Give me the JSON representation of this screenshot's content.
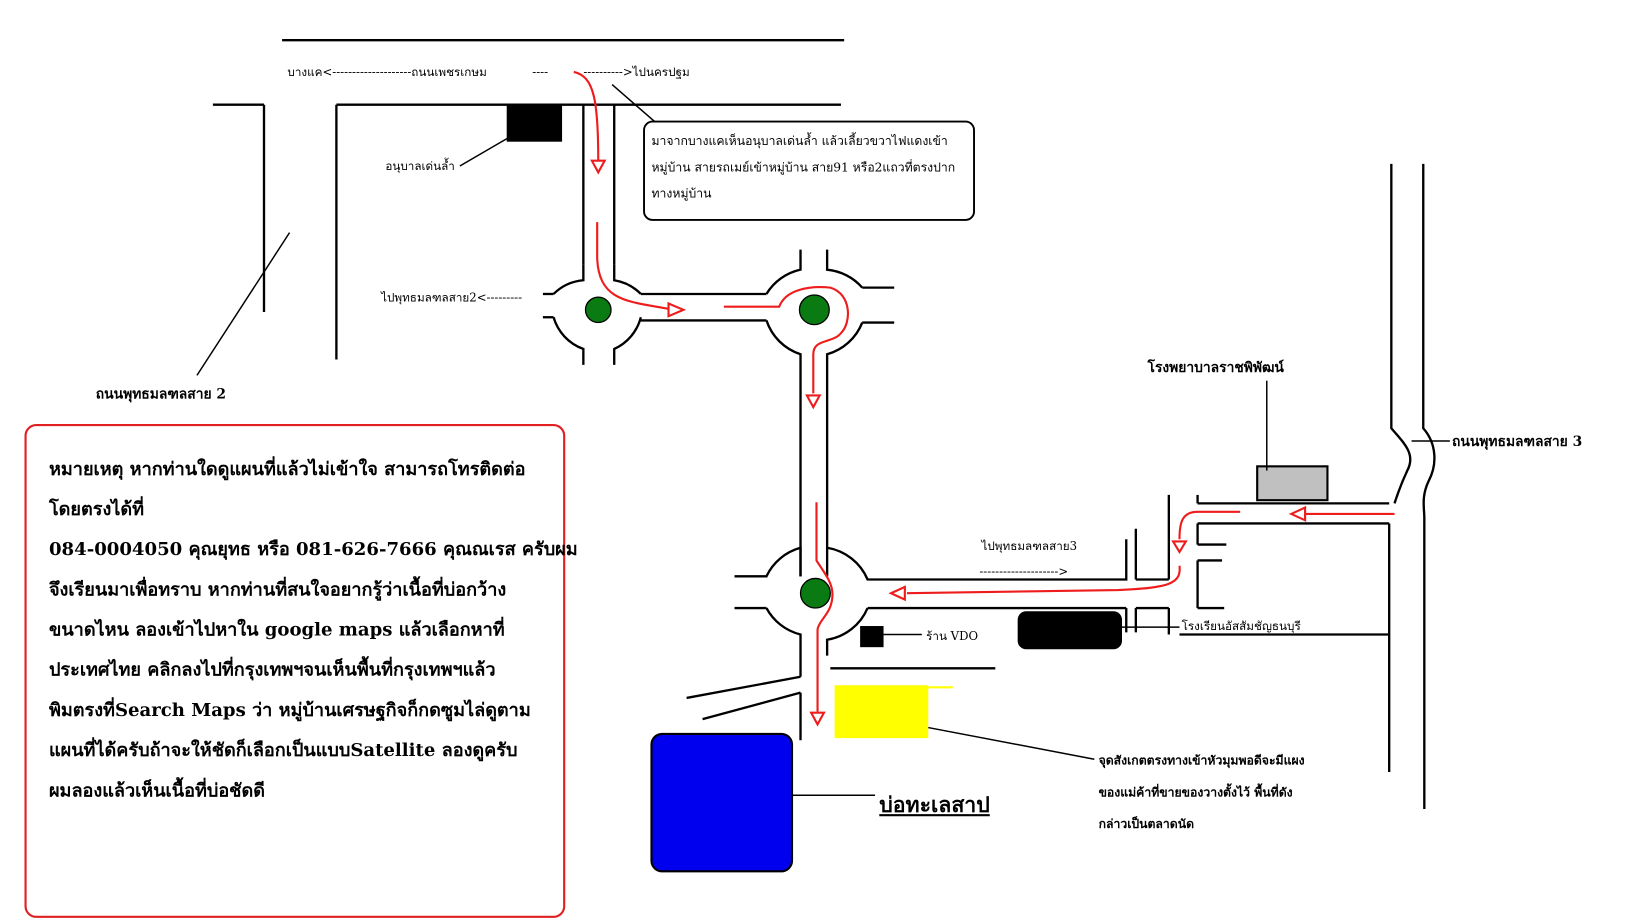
{
  "map": {
    "title_road_top": "บางแค<--------------------ถนนเพชรเกษม",
    "top_road_dashes": "----",
    "top_road_right": "---------->ไปนครปฐม",
    "kindergarten_label": "อนุบาลเด่นล้ำ",
    "to_road2_label": "ไปพุทธมลฑลสาย2<---------",
    "road2_label": "ถนนพุทธมลฑลสาย 2",
    "road3_label": "ถนนพุทธมลฑลสาย 3",
    "to_road3_label": "ไปพุทธมลฑลสาย3",
    "to_road3_dashes": "-------------------->",
    "hospital_label": "โรงพยาบาลราชพิพัฒน์",
    "school_label": "โรงเรียนอัสสัมชัญธนบุรี",
    "vdo_shop_label": "ร้าน VDO",
    "pond_label": "บ่อทะเลสาป",
    "callout_box": {
      "lines": [
        "มาจากบางแคเห็นอนุบาลเด่นล้ำ แล้วเลี้ยวขวาไฟแดงเข้า",
        "หมู่บ้าน สายรถเมย์เข้าหมู่บ้าน สาย91 หรือ2แถวที่ตรงปาก",
        "ทางหมู่บ้าน"
      ]
    },
    "landmark_note": {
      "lines": [
        "จุดสังเกตตรงทางเข้าหัวมุมพอดีจะมีแผง",
        "ของแม่ค้าที่ขายของวางตั้งไว้ พื้นที่ดัง",
        "กล่าวเป็นตลาดนัด"
      ]
    },
    "note_box": {
      "lines": [
        "หมายเหตุ  หากท่านใดดูแผนที่แล้วไม่เข้าใจ สามารถโทรติดต่อ",
        "โดยตรงได้ที่",
        "084-0004050 คุณยุทธ หรือ 081-626-7666 คุณณเรส  ครับผม",
        "จึงเรียนมาเพื่อทราบ หากท่านที่สนใจอยากรู้ว่าเนื้อที่บ่อกว้าง",
        "ขนาดไหน ลองเข้าไปหาใน google maps แล้วเลือกหาที่",
        "ประเทศไทย คลิกลงไปที่กรุงเทพฯจนเห็นพื้นที่กรุงเทพฯแล้ว",
        "พิมตรงที่Search Maps ว่า หมู่บ้านเศรษฐกิจก็กดซูมไล่ดูตาม",
        "แผนที่ได้ครับถ้าจะให้ชัดก็เลือกเป็นแบบSatellite ลองดูครับ",
        "ผมลองแล้วเห็นเนื้อที่บ่อชัดดี"
      ]
    },
    "colors": {
      "route": "#ee1c1c",
      "roundabout_island": "#0a7a12",
      "pond": "#0000ee",
      "market_area": "#ffff00",
      "hospital": "#c0c0c0",
      "school": "#000000",
      "note_border": "#e02020"
    }
  }
}
